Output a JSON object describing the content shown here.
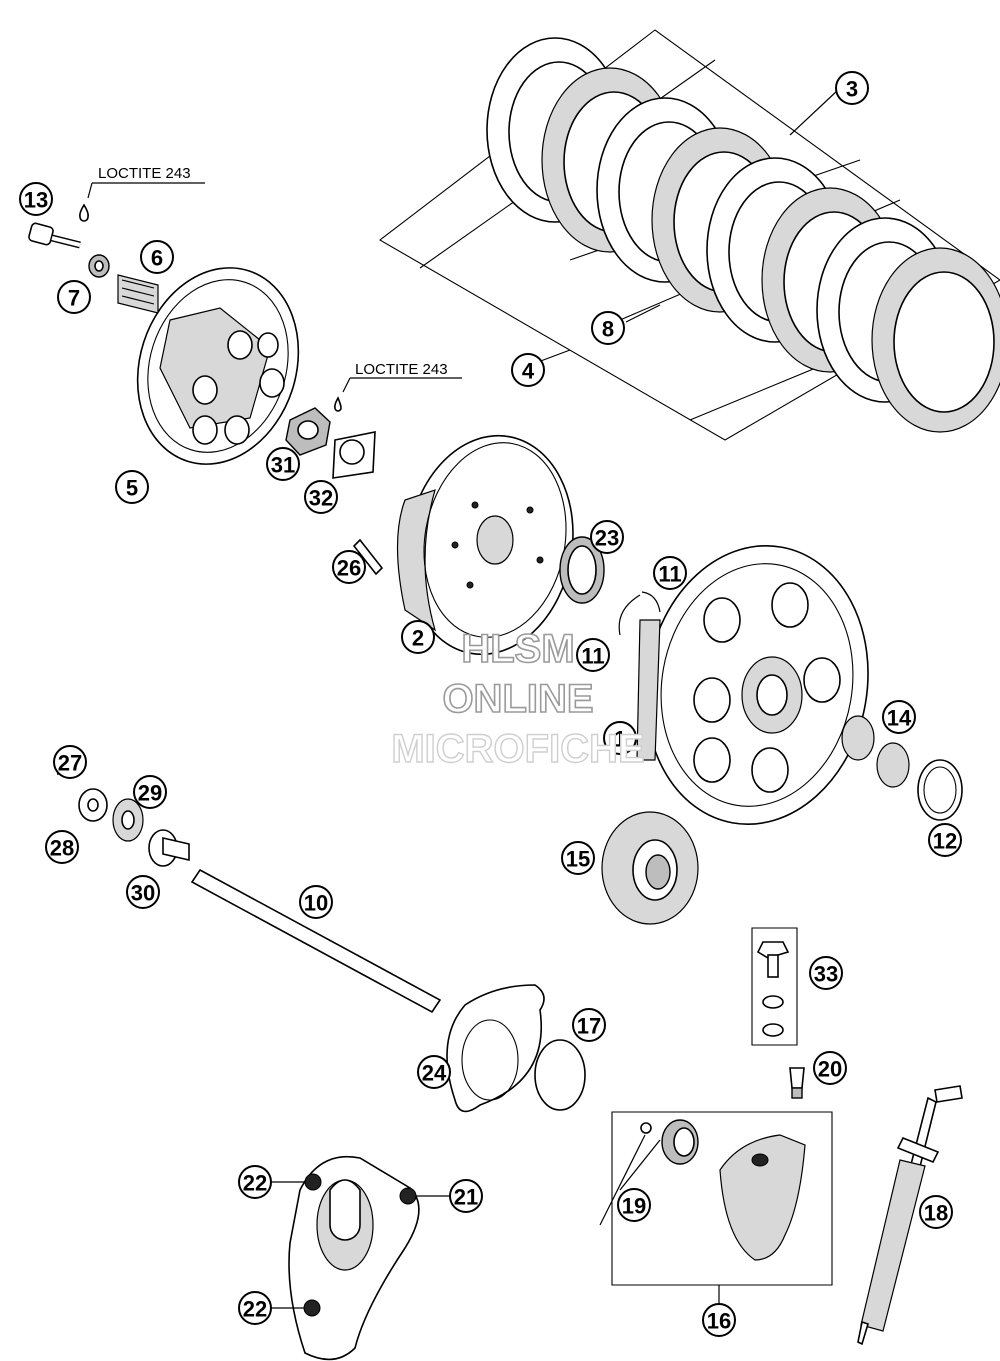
{
  "notes": {
    "loctite_top": "LOCTITE 243",
    "loctite_mid": "LOCTITE 243"
  },
  "callouts": [
    "1",
    "2",
    "3",
    "4",
    "5",
    "6",
    "7",
    "8",
    "10",
    "11",
    "11",
    "12",
    "13",
    "14",
    "15",
    "16",
    "17",
    "18",
    "19",
    "20",
    "21",
    "22",
    "22",
    "23",
    "24",
    "26",
    "27",
    "28",
    "29",
    "30",
    "31",
    "32",
    "33"
  ],
  "watermark": {
    "line1": "HLSM",
    "line2": "ONLINE",
    "line3": "MICROFICHE"
  }
}
